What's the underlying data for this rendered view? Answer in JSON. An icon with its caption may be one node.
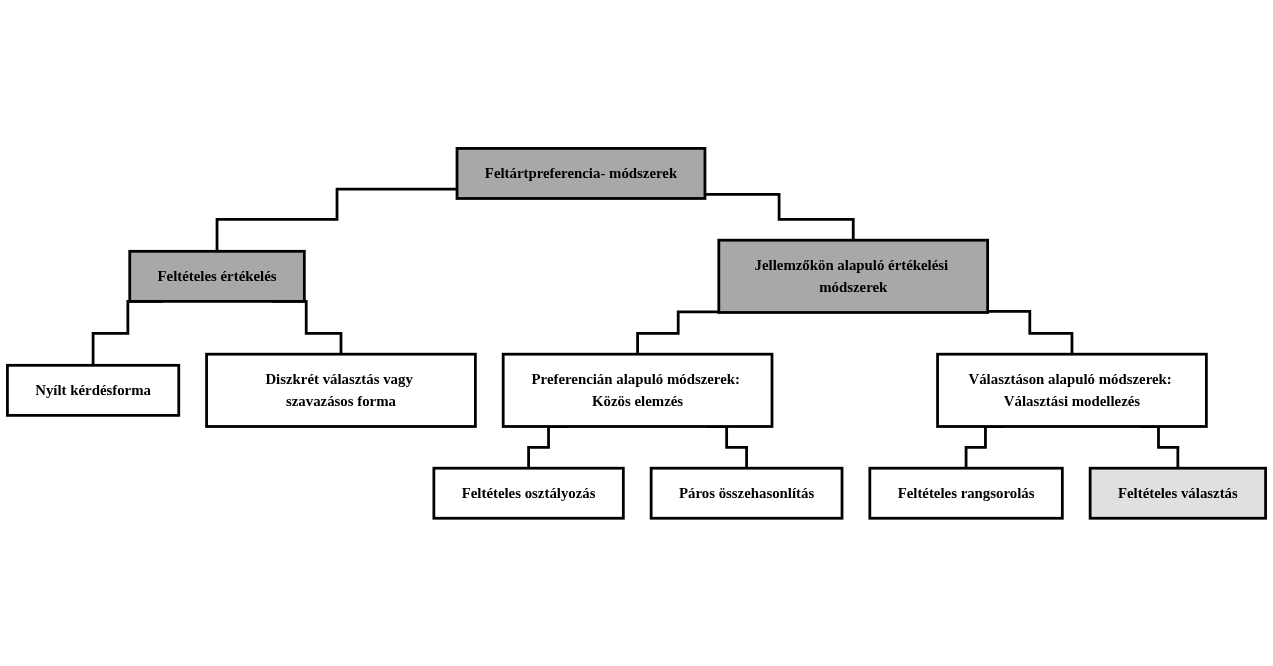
{
  "diagram": {
    "nodes": [
      {
        "text": [
          "Feltártpreferencia- módszerek"
        ]
      },
      {
        "text": [
          "Feltételes értékelés"
        ]
      },
      {
        "text": [
          "Jellemzőkön alapuló értékelési módszerek"
        ]
      },
      {
        "text": [
          "Nyílt kérdésforma"
        ]
      },
      {
        "text": [
          "Diszkrét választás vagy szavazásos forma"
        ]
      },
      {
        "text": [
          "Preferencián alapuló módszerek: Közös elemzés"
        ]
      },
      {
        "text": [
          "Választáson alapuló módszerek: Választási modellezés"
        ]
      },
      {
        "text": [
          "Feltételes osztályozás"
        ]
      },
      {
        "text": [
          "Páros összehasonlítás"
        ]
      },
      {
        "text": [
          "Feltételes rangsorolás"
        ]
      },
      {
        "text": [
          "Feltételes választás"
        ]
      }
    ],
    "edges": [
      {
        "from": 0,
        "to": 1,
        "arrow": "none"
      },
      {
        "from": 0,
        "to": 2,
        "arrow": "none"
      },
      {
        "from": 1,
        "to": 3,
        "arrow": "none"
      },
      {
        "from": 1,
        "to": 4,
        "arrow": "none"
      },
      {
        "from": 2,
        "to": 5,
        "arrow": "none"
      },
      {
        "from": 2,
        "to": 6,
        "arrow": "none"
      },
      {
        "from": 5,
        "to": 7,
        "arrow": "none"
      },
      {
        "from": 5,
        "to": 8,
        "arrow": "none"
      },
      {
        "from": 6,
        "to": 9,
        "arrow": "none"
      },
      {
        "from": 6,
        "to": 10,
        "arrow": "none"
      }
    ]
  }
}
